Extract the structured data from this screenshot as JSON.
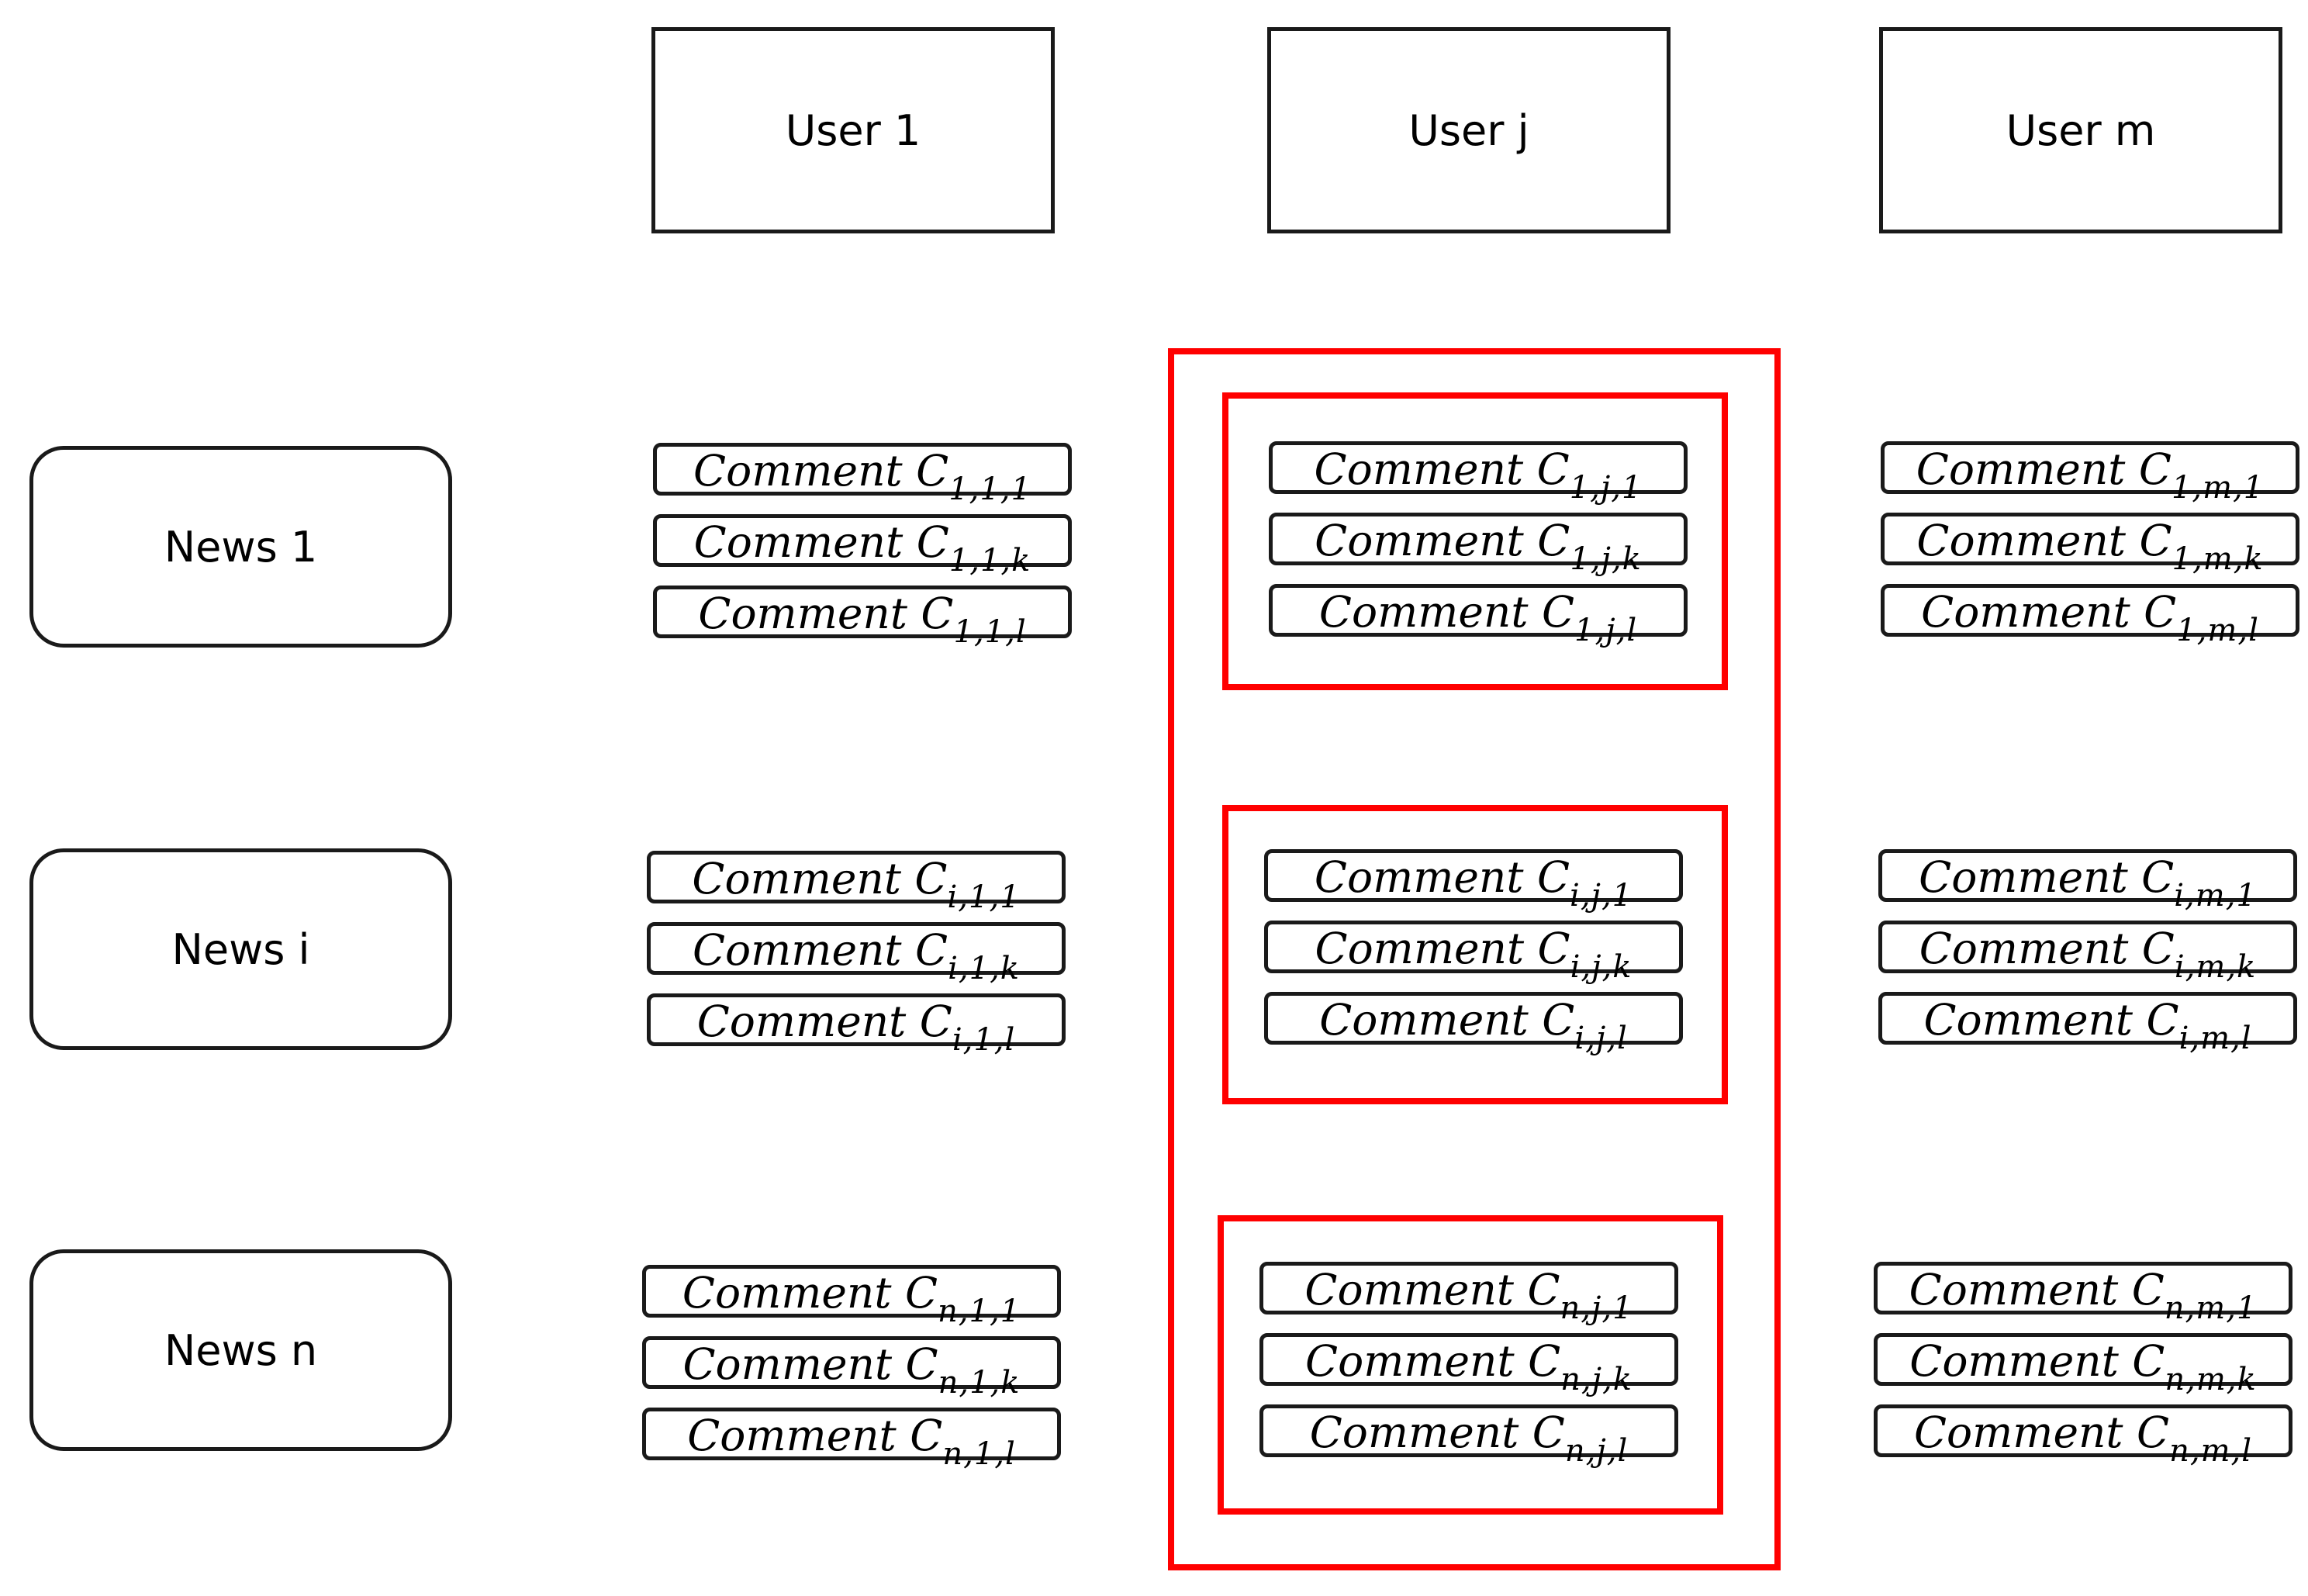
{
  "users": [
    {
      "label": "User 1"
    },
    {
      "label": "User j"
    },
    {
      "label": "User m"
    }
  ],
  "news": [
    {
      "label": "News 1"
    },
    {
      "label": "News i"
    },
    {
      "label": "News n"
    }
  ],
  "comment_word": "Comment",
  "comment_symbol": "C",
  "comment_groups": [
    [
      {
        "subscripts": [
          "1,1,1",
          "1,1,k",
          "1,1,l"
        ]
      },
      {
        "subscripts": [
          "1,j,1",
          "1,j,k",
          "1,j,l"
        ]
      },
      {
        "subscripts": [
          "1,m,1",
          "1,m,k",
          "1,m,l"
        ]
      }
    ],
    [
      {
        "subscripts": [
          "i,1,1",
          "i,1,k",
          "i,1,l"
        ]
      },
      {
        "subscripts": [
          "i,j,1",
          "i,j,k",
          "i,j,l"
        ]
      },
      {
        "subscripts": [
          "i,m,1",
          "i,m,k",
          "i,m,l"
        ]
      }
    ],
    [
      {
        "subscripts": [
          "n,1,1",
          "n,1,k",
          "n,1,l"
        ]
      },
      {
        "subscripts": [
          "n,j,1",
          "n,j,k",
          "n,j,l"
        ]
      },
      {
        "subscripts": [
          "n,m,1",
          "n,m,k",
          "n,m,l"
        ]
      }
    ]
  ],
  "highlight_color": "#ff0000",
  "highlighted_user_column": 1
}
